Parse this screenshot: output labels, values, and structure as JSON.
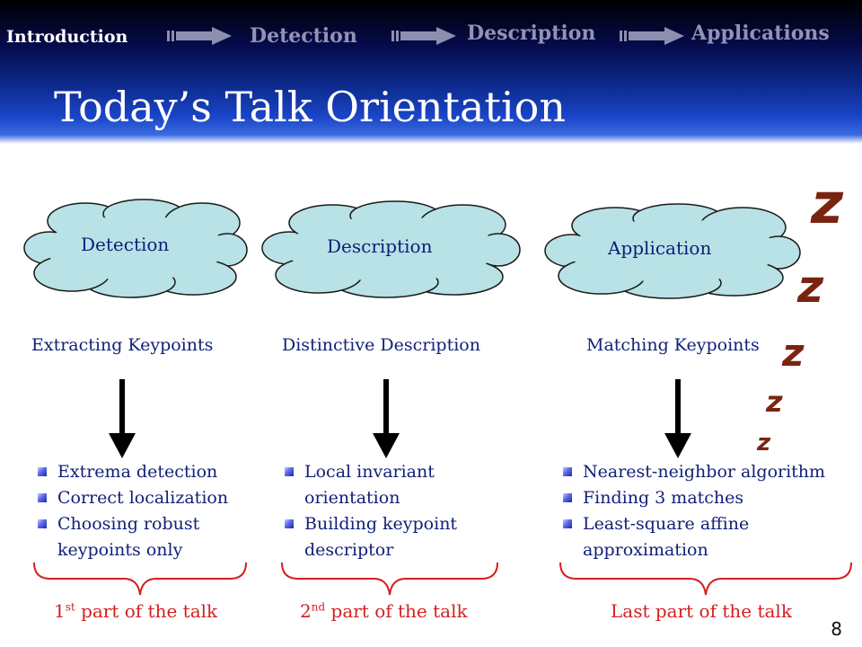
{
  "nav": {
    "items": [
      {
        "label": "Introduction",
        "active": true
      },
      {
        "label": "Detection",
        "active": false
      },
      {
        "label": "Description",
        "active": false
      },
      {
        "label": "Applications",
        "active": false
      }
    ]
  },
  "title": "Today’s Talk Orientation",
  "clouds": [
    {
      "label": "Detection",
      "color": "#b8e2e5"
    },
    {
      "label": "Description",
      "color": "#b8e2e5"
    },
    {
      "label": "Application",
      "color": "#b8e2e5"
    }
  ],
  "columns": [
    {
      "subtitle": "Extracting Keypoints",
      "bullets": [
        "Extrema detection",
        "Correct localization",
        "Choosing robust keypoints only"
      ],
      "part": {
        "ordinal": "1",
        "sup": "st",
        "rest": " part of the talk"
      }
    },
    {
      "subtitle": "Distinctive Description",
      "bullets": [
        "Local invariant orientation",
        "Building keypoint descriptor"
      ],
      "part": {
        "ordinal": "2",
        "sup": "nd",
        "rest": " part of the talk"
      }
    },
    {
      "subtitle": "Matching Keypoints",
      "bullets": [
        "Nearest-neighbor algorithm",
        "Finding 3 matches",
        "Least-square affine approximation"
      ],
      "part": {
        "ordinal": "",
        "sup": "",
        "rest": "Last part of the talk"
      }
    }
  ],
  "sleep_letters": [
    "z",
    "z",
    "z",
    "z",
    "z"
  ],
  "page_number": "8",
  "colors": {
    "accent_text": "#12207a",
    "part_text": "#d42020",
    "sleep_text": "#7a2410"
  }
}
